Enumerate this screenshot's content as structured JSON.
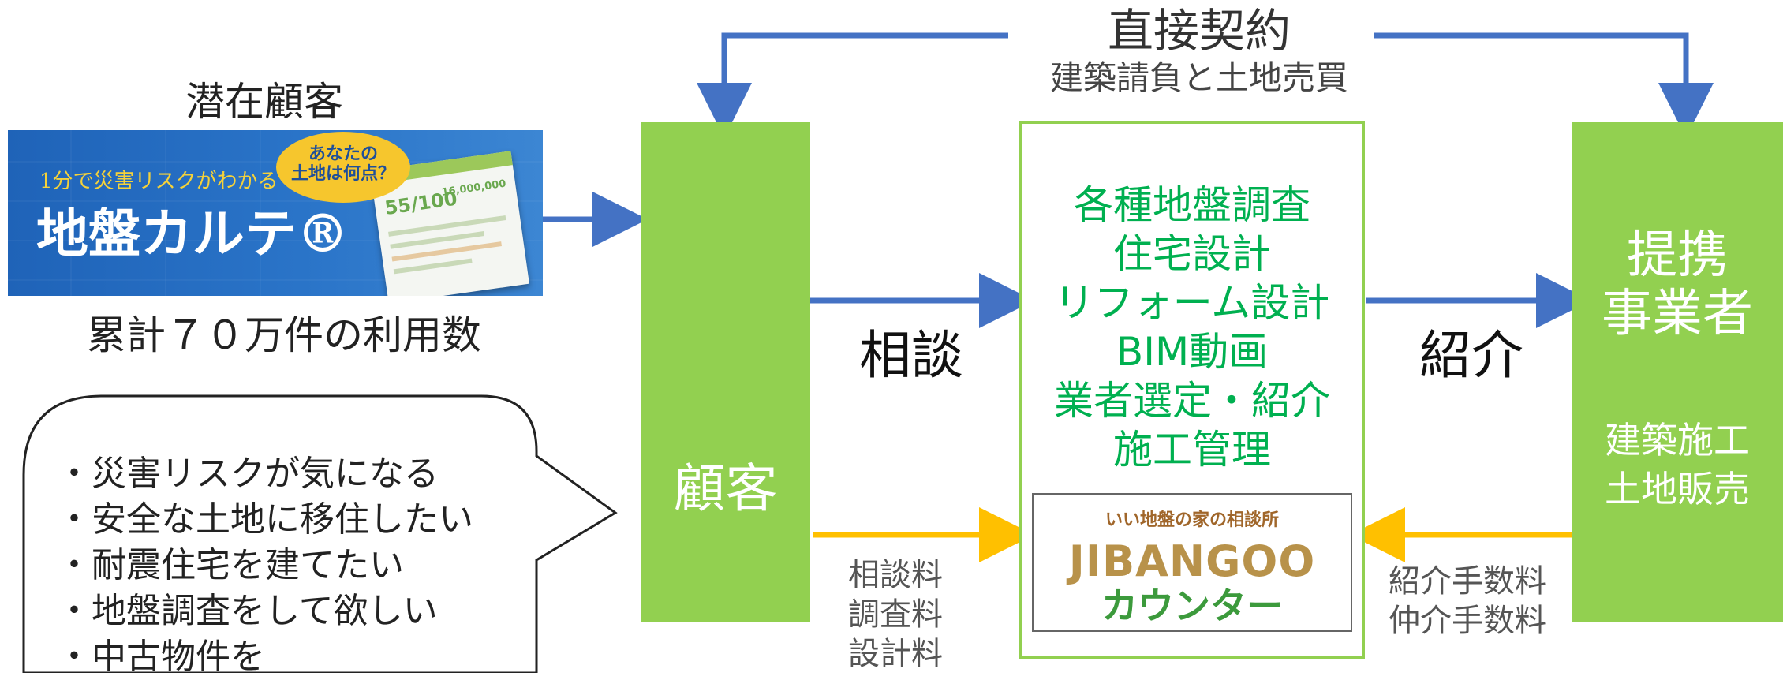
{
  "top": {
    "title": "直接契約",
    "subtitle": "建築請負と土地売買"
  },
  "left": {
    "heading": "潜在顧客",
    "banner": {
      "small_text": "1分で災害リスクがわかる",
      "title": "地盤カルテ®",
      "badge_lines": [
        "あなたの",
        "土地は何点？"
      ],
      "score": "55/100",
      "price": "16,000,000"
    },
    "usage": "累計７０万件の利用数",
    "bubble_lines": [
      "・災害リスクが気になる",
      "・安全な土地に移住したい",
      "・耐震住宅を建てたい",
      "・地盤調査をして欲しい",
      "・中古物件を"
    ]
  },
  "customer_box": {
    "label": "顧客"
  },
  "consult_label": "相談",
  "fee_left_lines": [
    "相談料",
    "調査料",
    "設計料"
  ],
  "services": [
    "各種地盤調査",
    "住宅設計",
    "リフォーム設計",
    "BIM動画",
    "業者選定・紹介",
    "施工管理"
  ],
  "logo": {
    "tagline": "いい地盤の家の相談所",
    "brand": "JIBANGOO",
    "counter": "カウンター"
  },
  "intro_label": "紹介",
  "fee_right_lines": [
    "紹介手数料",
    "仲介手数料"
  ],
  "partner_box": {
    "title_lines": [
      "提携",
      "事業者"
    ],
    "sub_lines": [
      "建築施工",
      "土地販売"
    ]
  },
  "colors": {
    "green_box": "#92d050",
    "green_text": "#00b050",
    "blue_arrow": "#4472c4",
    "yellow_arrow": "#ffc000"
  }
}
